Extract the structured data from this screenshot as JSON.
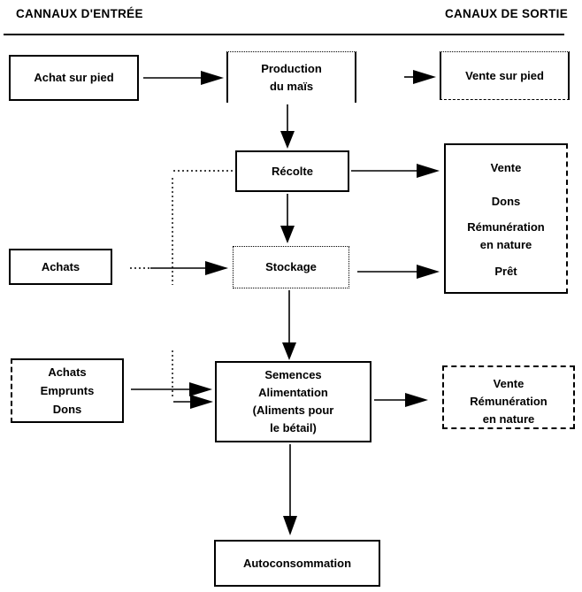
{
  "colors": {
    "ink": "#000000",
    "background": "#ffffff"
  },
  "headers": {
    "left": "CANNAUX D'ENTRÉE",
    "right": "CANAUX DE SORTIE"
  },
  "nodes": {
    "achat_sur_pied": {
      "lines": [
        "Achat sur pied"
      ]
    },
    "production_mais": {
      "lines": [
        "Production",
        "du maïs"
      ]
    },
    "vente_sur_pied": {
      "lines": [
        "Vente sur pied"
      ]
    },
    "recolte": {
      "lines": [
        "Récolte"
      ]
    },
    "vente_dons_remuneration_pret": {
      "lines": [
        "Vente",
        "Dons",
        "Rémunération",
        "en nature",
        "Prêt"
      ]
    },
    "achats": {
      "lines": [
        "Achats"
      ]
    },
    "stockage": {
      "lines": [
        "Stockage"
      ]
    },
    "achats_emprunts_dons": {
      "lines": [
        "Achats",
        "Emprunts",
        "Dons"
      ]
    },
    "semences_alimentation": {
      "lines": [
        "Semences",
        "Alimentation",
        "(Aliments pour",
        "le bétail)"
      ]
    },
    "vente_remuneration": {
      "lines": [
        "Vente",
        "Rémunération",
        "en nature"
      ]
    },
    "autoconsommation": {
      "lines": [
        "Autoconsommation"
      ]
    }
  }
}
